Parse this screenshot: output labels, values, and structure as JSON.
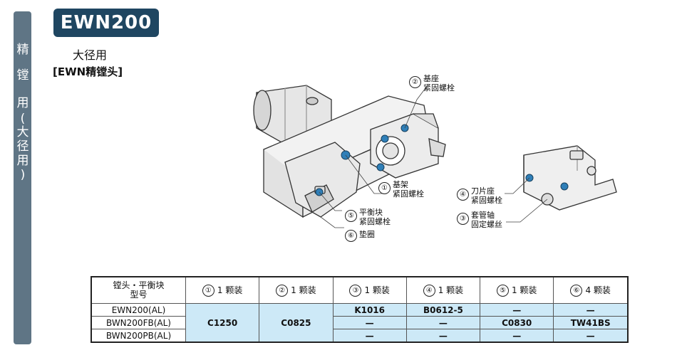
{
  "side_tab": {
    "chars": [
      "精",
      "镗",
      "用",
      "(",
      "大",
      "径",
      "用",
      ")"
    ]
  },
  "title": "EWN200",
  "subtitle": "大径用",
  "bracket_title": "[EWN精镗头]",
  "callouts": [
    {
      "num": "②",
      "line1": "基座",
      "line2": "紧固螺栓"
    },
    {
      "num": "①",
      "line1": "基架",
      "line2": "紧固螺栓"
    },
    {
      "num": "⑤",
      "line1": "平衡块",
      "line2": "紧固螺栓"
    },
    {
      "num": "⑥",
      "line1": "垫圈",
      "line2": ""
    },
    {
      "num": "④",
      "line1": "刀片座",
      "line2": "紧固螺栓"
    },
    {
      "num": "③",
      "line1": "套管轴",
      "line2": "固定螺丝"
    }
  ],
  "table": {
    "model_header_line1": "镗头・平衡块",
    "model_header_line2": "型号",
    "columns": [
      {
        "num": "①",
        "qty": "1 颗装"
      },
      {
        "num": "②",
        "qty": "1 颗装"
      },
      {
        "num": "③",
        "qty": "1 颗装"
      },
      {
        "num": "④",
        "qty": "1 颗装"
      },
      {
        "num": "⑤",
        "qty": "1 颗装"
      },
      {
        "num": "⑥",
        "qty": "4 颗装"
      }
    ],
    "models": [
      "EWN200(AL)",
      "BWN200FB(AL)",
      "BWN200PB(AL)"
    ],
    "col1_merged": "C1250",
    "col2_merged": "C0825",
    "rows": [
      [
        "K1016",
        "B0612-5",
        "—",
        "—"
      ],
      [
        "—",
        "—",
        "C0830",
        "TW41BS"
      ],
      [
        "—",
        "—",
        "—",
        "—"
      ]
    ]
  },
  "colors": {
    "side_tab": "#5f7585",
    "title_box": "#1f4661",
    "table_highlight": "#cde9f7",
    "screw_accent": "#2f7fb8"
  }
}
